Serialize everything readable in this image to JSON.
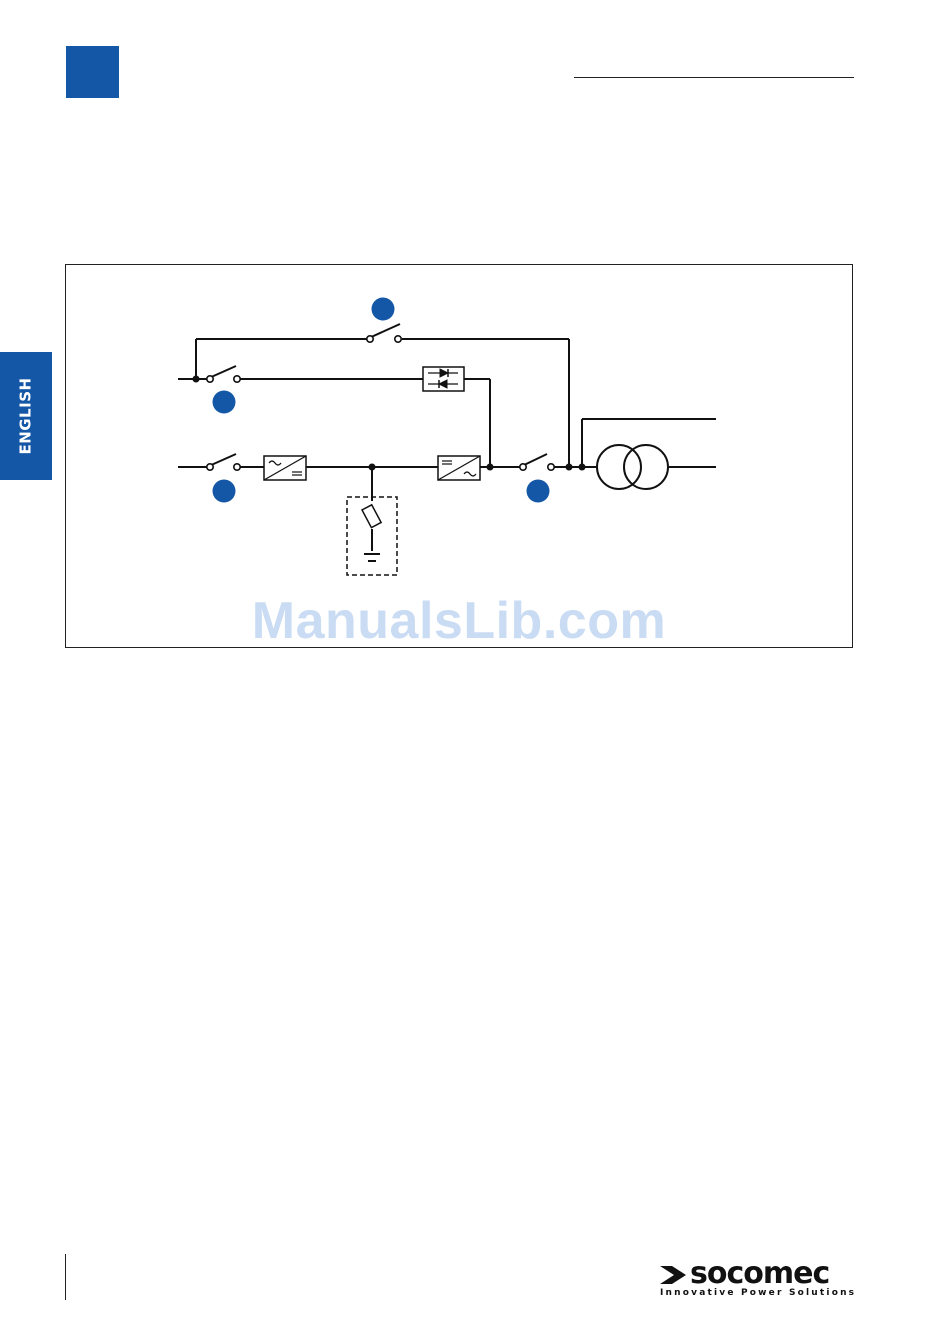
{
  "side_tab": {
    "language": "ENGLISH"
  },
  "diagram": {
    "watermark": "ManualsLib.com",
    "markers": 4,
    "colors": {
      "accent": "#1457a6",
      "line": "#111111",
      "watermark": "#c9dcf3"
    }
  },
  "footer": {
    "brand": "socomec",
    "tagline": "Innovative Power Solutions"
  }
}
